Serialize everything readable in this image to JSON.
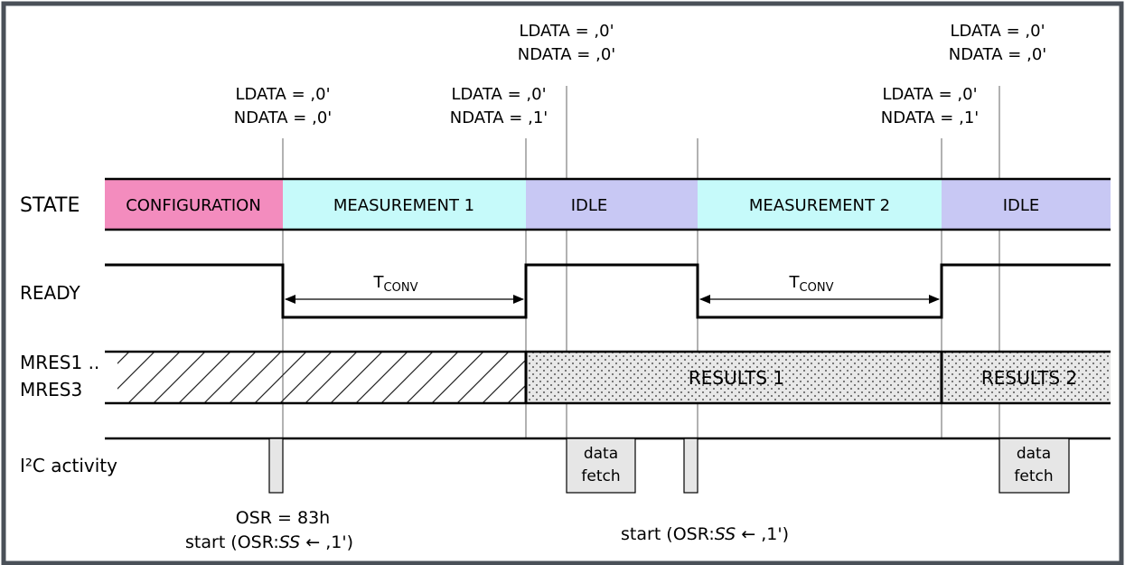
{
  "signals": {
    "state": "STATE",
    "ready": "READY",
    "mres_line1": "MRES1 ..",
    "mres_line2": "MRES3",
    "i2c": "I²C activity"
  },
  "states": {
    "configuration": "CONFIGURATION",
    "measurement1": "MEASUREMENT 1",
    "idle1": "IDLE",
    "measurement2": "MEASUREMENT 2",
    "idle2": "IDLE"
  },
  "annotations": {
    "a1_l1": "LDATA = ,0'",
    "a1_l2": "NDATA = ,0'",
    "a2_l1": "LDATA = ,0'",
    "a2_l2": "NDATA = ,1'",
    "a3_l1": "LDATA = ,0'",
    "a3_l2": "NDATA = ,0'",
    "a4_l1": "LDATA = ,0'",
    "a4_l2": "NDATA = ,1'",
    "a5_l1": "LDATA = ,0'",
    "a5_l2": "NDATA = ,0'"
  },
  "tconv": {
    "main": "T",
    "sub": "CONV"
  },
  "results": {
    "r1": "RESULTS 1",
    "r2": "RESULTS 2"
  },
  "fetch": {
    "line1": "data",
    "line2": "fetch"
  },
  "bottom": {
    "osr": "OSR = 83h",
    "start1_pre": "start (OSR:",
    "start1_ss": "SS",
    "start1_post": " ← ,1')",
    "start2_pre": "start (OSR:",
    "start2_ss": "SS",
    "start2_post": " ← ,1')"
  },
  "colors": {
    "configuration": "#f38cbe",
    "measurement": "#c6fafa",
    "idle": "#c8c8f4",
    "frame": "#4a5058"
  }
}
